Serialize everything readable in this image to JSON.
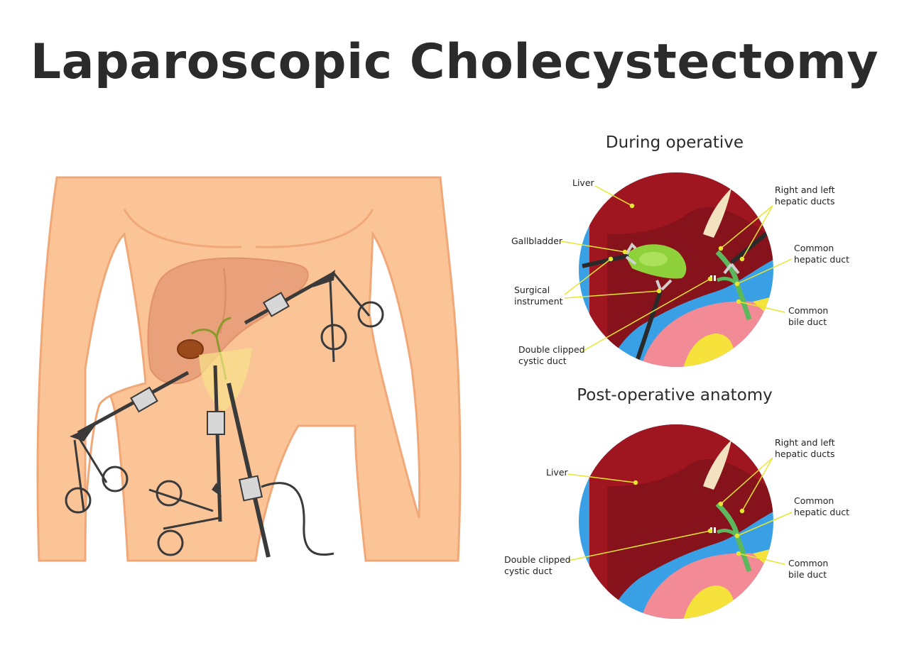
{
  "title": "Laparoscopic Cholecystectomy",
  "panels": {
    "during": {
      "heading": "During operative",
      "labels": {
        "liver": "Liver",
        "gallbladder": "Gallbladder",
        "surgical_instrument": "Surgical\ninstrument",
        "double_clipped": "Double clipped\ncystic duct",
        "right_left_hepatic": "Right and left\nhepatic ducts",
        "common_hepatic": "Common\nhepatic duct",
        "common_bile": "Common\nbile duct"
      }
    },
    "post": {
      "heading": "Post-operative anatomy",
      "labels": {
        "liver": "Liver",
        "double_clipped": "Double clipped\ncystic duct",
        "right_left_hepatic": "Right and left\nhepatic ducts",
        "common_hepatic": "Common\nhepatic duct",
        "common_bile": "Common\nbile duct"
      }
    }
  },
  "colors": {
    "skin": "#fbc497",
    "skin_outline": "#f0a878",
    "liver_body": "#e8a07a",
    "liver_red": "#a01620",
    "liver_dark": "#86121b",
    "background_blue": "#3aa0e6",
    "gallbladder_green": "#8fd13a",
    "duct_green": "#5cb85c",
    "pink": "#f28b95",
    "yellow": "#f5e23a",
    "instrument_dark": "#3a3a3a",
    "label_line": "#e6e632"
  }
}
